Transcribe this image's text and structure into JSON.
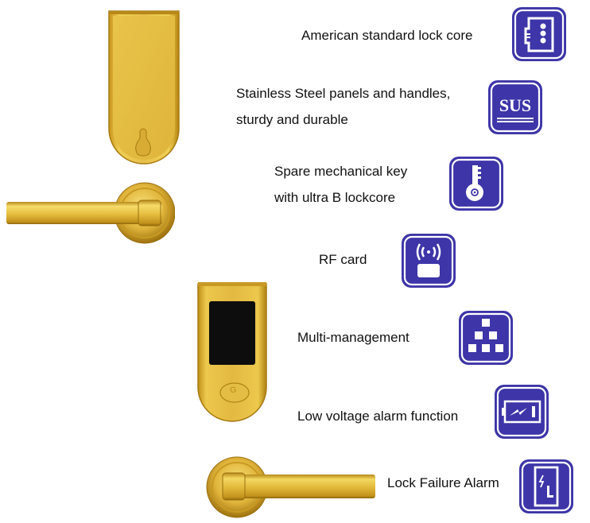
{
  "colors": {
    "icon_blue": "#3d35a8",
    "icon_white": "#ffffff",
    "gold_light": "#f3d45a",
    "gold_mid": "#d9a920",
    "gold_dark": "#a77a10",
    "screen_black": "#0d0d0d"
  },
  "features": [
    {
      "lines": [
        "American standard lock core"
      ],
      "icon": "lock-core-icon"
    },
    {
      "lines": [
        "Stainless Steel panels and handles,",
        "sturdy and durable"
      ],
      "icon": "sus-steel-icon",
      "icon_text": "SUS"
    },
    {
      "lines": [
        "Spare mechanical key",
        "with ultra B lockcore"
      ],
      "icon": "key-icon"
    },
    {
      "lines": [
        "RF card"
      ],
      "icon": "rf-card-icon"
    },
    {
      "lines": [
        "Multi-management"
      ],
      "icon": "hierarchy-icon"
    },
    {
      "lines": [
        "Low voltage alarm function"
      ],
      "icon": "low-battery-icon"
    },
    {
      "lines": [
        "Lock Failure Alarm"
      ],
      "icon": "door-alarm-icon"
    }
  ],
  "products": {
    "back_panel": "gold-lock-back-panel",
    "front_panel": "gold-lock-front-panel-card-reader",
    "handle": "gold-lever-handle",
    "button_glyph": "G"
  }
}
